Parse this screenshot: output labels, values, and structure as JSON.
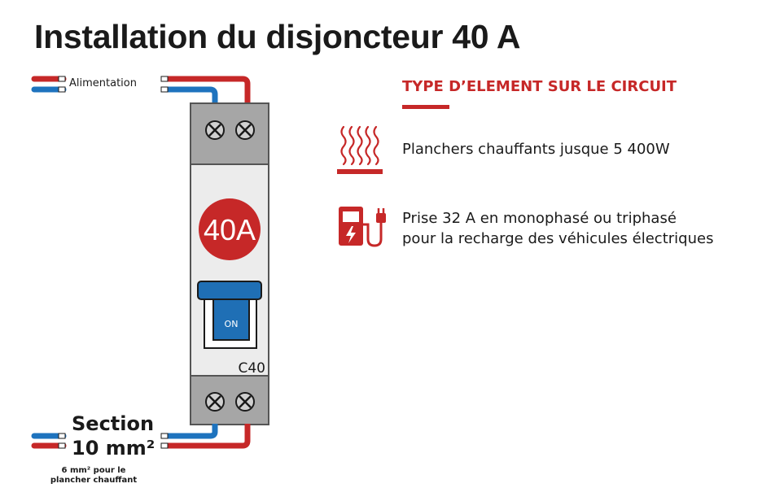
{
  "title": "Installation du disjoncteur 40 A",
  "diagram": {
    "supply_label": "Alimentation",
    "breaker_rating": "40A",
    "switch_state": "ON",
    "curve_label": "C40",
    "section_label": "Section",
    "section_value": "10 mm²",
    "heating_note_line1": "6 mm² pour le",
    "heating_note_line2": "plancher chauffant"
  },
  "legend": {
    "title": "TYPE D’ELEMENT SUR LE CIRCUIT",
    "items": [
      {
        "icon": "underfloor-heating-icon",
        "line1": "Planchers chauffants jusque 5 400W",
        "line2": ""
      },
      {
        "icon": "ev-charger-icon",
        "line1": "Prise 32 A en monophasé ou triphasé",
        "line2": "pour la recharge des véhicules électriques"
      }
    ]
  },
  "colors": {
    "accent_red": "#c62828",
    "wire_blue": "#1e73be",
    "breaker_grey": "#a6a6a6",
    "breaker_body": "#ececec",
    "switch_blue": "#1f6fb5"
  }
}
